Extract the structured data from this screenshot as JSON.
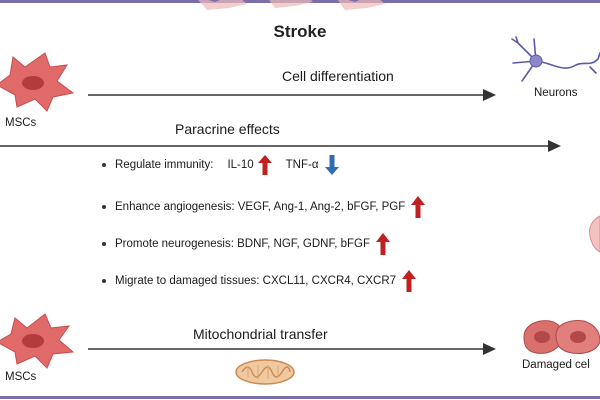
{
  "title": "Stroke",
  "cells": {
    "msc_top": "MSCs",
    "msc_bottom": "MSCs",
    "neurons": "Neurons",
    "damaged": "Damaged cel"
  },
  "arrows": {
    "differentiation": "Cell differentiation",
    "paracrine": "Paracrine effects",
    "mito": "Mitochondrial transfer"
  },
  "bullets": {
    "immunity_label": "Regulate immunity:",
    "immunity_il10": "IL-10",
    "immunity_tnf": "TNF-α",
    "angiogenesis": "Enhance angiogenesis: VEGF, Ang-1, Ang-2, bFGF, PGF",
    "neurogenesis": "Promote neurogenesis: BDNF, NGF, GDNF, bFGF",
    "migrate": "Migrate to damaged tissues: CXCL11, CXCR4, CXCR7"
  },
  "colors": {
    "up_arrow": "#c0201f",
    "down_arrow": "#2f6db5",
    "cell_fill": "#e06a6a",
    "frame": "#7a6fa8"
  },
  "icons": {
    "up": "up-arrow-icon",
    "down": "down-arrow-icon"
  }
}
